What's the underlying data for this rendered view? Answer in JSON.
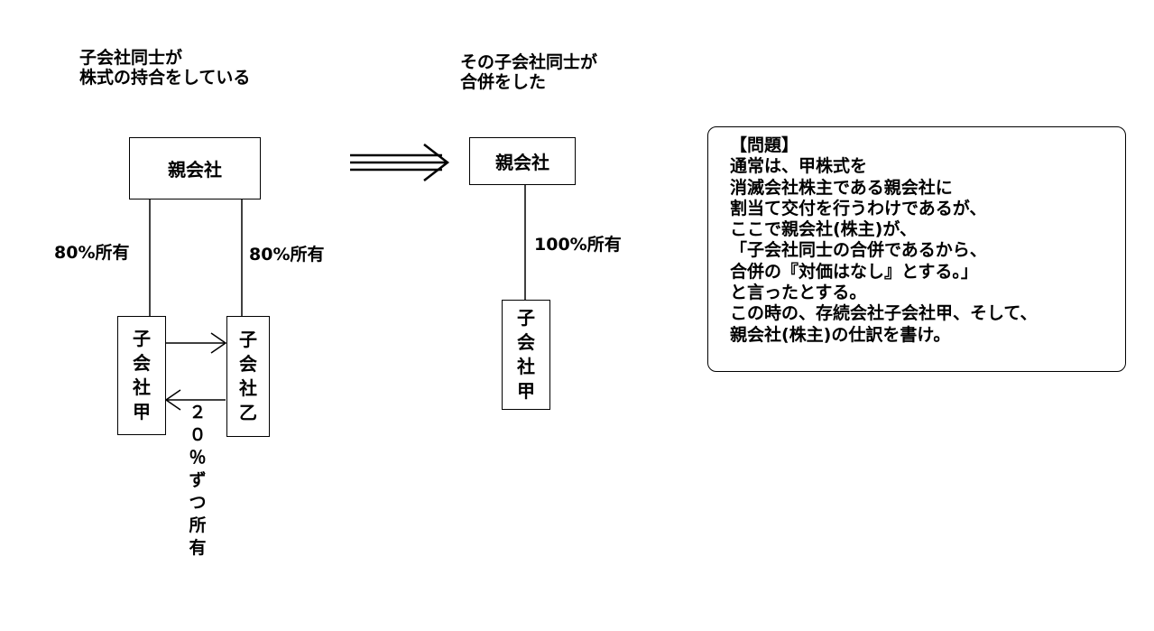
{
  "left_caption": [
    "子会社同士が",
    "株式の持合をしている"
  ],
  "right_caption": [
    "その子会社同士が",
    "合併をした"
  ],
  "left": {
    "parent": "親会社",
    "left_ownership": "80%所有",
    "right_ownership": "80%所有",
    "sub_a": [
      "子",
      "会",
      "社",
      "甲"
    ],
    "sub_b": [
      "子",
      "会",
      "社",
      "乙"
    ],
    "cross_ownership": [
      "２",
      "０",
      "％",
      "ず",
      "つ",
      "所",
      "有"
    ]
  },
  "right": {
    "parent": "親会社",
    "ownership": "100%所有",
    "sub_a": [
      "子",
      "会",
      "社",
      "甲"
    ]
  },
  "problem": {
    "title": "【問題】",
    "lines": [
      "通常は、甲株式を",
      "消滅会社株主である親会社に",
      "割当て交付を行うわけであるが、",
      "ここで親会社(株主)が、",
      "「子会社同士の合併であるから、",
      "合併の『対価はなし』とする。」",
      "と言ったとする。",
      "この時の、存続会社子会社甲、そして、",
      "親会社(株主)の仕訳を書け。"
    ]
  }
}
